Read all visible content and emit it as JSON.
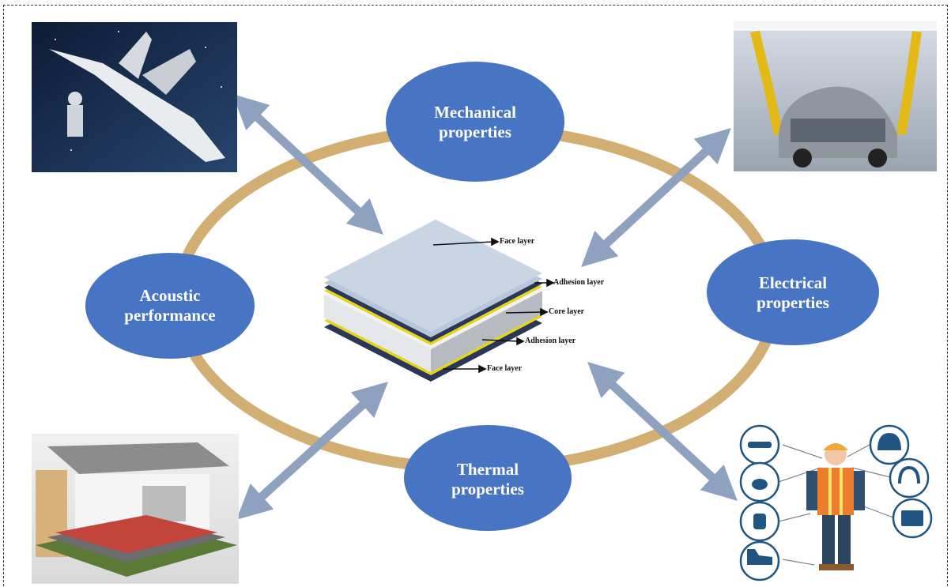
{
  "properties": {
    "mechanical": "Mechanical properties",
    "electrical": "Electrical properties",
    "thermal": "Thermal properties",
    "acoustic": "Acoustic performance"
  },
  "layers": {
    "face_top": "Face layer",
    "adhesion_top": "Adhesion layer",
    "core": "Core layer",
    "adhesion_bottom": "Adhesion layer",
    "face_bottom": "Face layer"
  },
  "colors": {
    "ring": "#d2ae72",
    "bubble": "#4874c4",
    "arrow": "#8ea2bf",
    "adhesion": "#e4d41c",
    "face_dark": "#2b3758"
  },
  "images": {
    "top_left": "spacecraft-icon",
    "top_right": "car-factory-icon",
    "bottom_left": "building-icon",
    "bottom_right": "safety-worker-icon"
  }
}
